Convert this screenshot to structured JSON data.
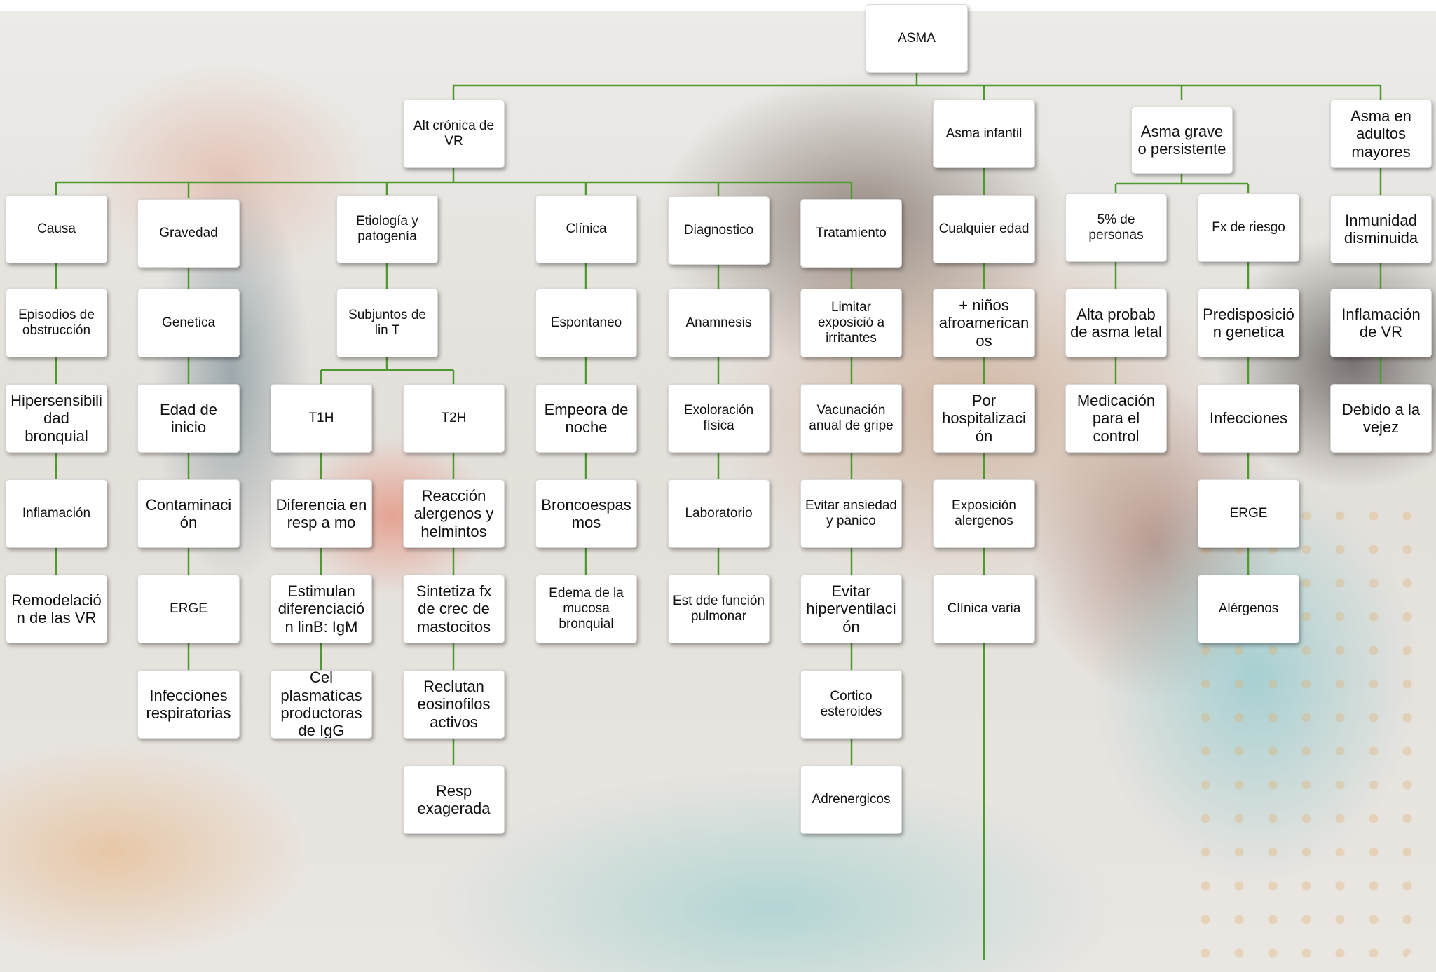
{
  "colors": {
    "connector": "#4e9a2f",
    "box_fill": "#ffffff",
    "text": "#111111"
  },
  "nodes": {
    "asma": "ASMA",
    "alt": "Alt crónica de VR",
    "infantil": "Asma infantil",
    "grave": "Asma grave o persistente",
    "mayores": "Asma en adultos mayores",
    "causa": "Causa",
    "gravedad": "Gravedad",
    "etiologia": "Etiología y patogenía",
    "clinica": "Clínica",
    "diagnostico": "Diagnostico",
    "tratamiento": "Tratamiento",
    "cualquier": "Cualquier edad",
    "cinco": "5% de personas",
    "fx": "Fx de riesgo",
    "inmunidad": "Inmunidad disminuida",
    "episodios": "Episodios de obstrucción",
    "hipersens": "Hipersensibilidad bronquial",
    "inflamacion": "Inflamación",
    "remodelacion": "Remodelación de las VR",
    "genetica": "Genetica",
    "edad": "Edad de inicio",
    "contaminacion": "Contaminación",
    "erge1": "ERGE",
    "infecresp": "Infecciones respiratorias",
    "subjuntos": "Subjuntos de lin T",
    "t1h": "T1H",
    "t2h": "T2H",
    "diferencia": "Diferencia en resp a mo",
    "estimulan": "Estimulan diferenciación linB: IgM",
    "cel": "Cel plasmaticas productoras de IgG",
    "reaccion": "Reacción alergenos y helmintos",
    "sintetiza": "Sintetiza fx de crec de mastocitos",
    "reclutan": "Reclutan eosinofilos activos",
    "resp": "Resp exagerada",
    "espontaneo": "Espontaneo",
    "empeora": "Empeora de noche",
    "bronco": "Broncoespasmos",
    "edema": "Edema de la mucosa bronquial",
    "anamnesis": "Anamnesis",
    "exploracion": "Exoloración física",
    "laboratorio": "Laboratorio",
    "estdde": "Est dde función pulmonar",
    "limitar": "Limitar exposició a irritantes",
    "vacunacion": "Vacunación anual de gripe",
    "ansiedad": "Evitar ansiedad y panico",
    "hiperv": "Evitar hiperventilación",
    "cortico": "Cortico esteroides",
    "adrenergicos": "Adrenergicos",
    "ninos": "+ niños afroamericanos",
    "hospital": "Por hospitalización",
    "exposicion": "Exposición alergenos",
    "clinicavaria": "Clínica varia",
    "alta": "Alta probab de asma letal",
    "medicacion": "Medicación para el control",
    "predisp": "Predisposición genetica",
    "infecciones": "Infecciones",
    "erge2": "ERGE",
    "alergenos": "Alérgenos",
    "inflamvr": "Inflamación de VR",
    "vejez": "Debido a la vejez"
  }
}
